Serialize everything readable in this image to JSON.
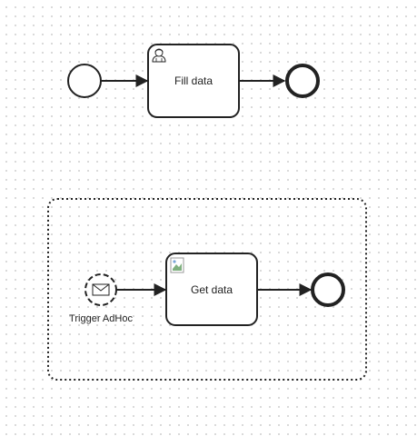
{
  "diagram": {
    "type": "bpmn",
    "process": {
      "start_event": {
        "kind": "start-event"
      },
      "task": {
        "label": "Fill data",
        "kind": "user-task",
        "icon": "user-icon"
      },
      "end_event": {
        "kind": "end-event"
      }
    },
    "subprocess": {
      "kind": "event-subprocess",
      "start_event": {
        "kind": "message-start-event",
        "label": "Trigger AdHoc",
        "icon": "envelope-icon"
      },
      "task": {
        "label": "Get data",
        "kind": "task",
        "icon": "broken-image-icon"
      },
      "end_event": {
        "kind": "end-event"
      }
    },
    "colors": {
      "stroke": "#222222",
      "grid_dot": "#cfcfcf",
      "background": "#ffffff"
    }
  }
}
